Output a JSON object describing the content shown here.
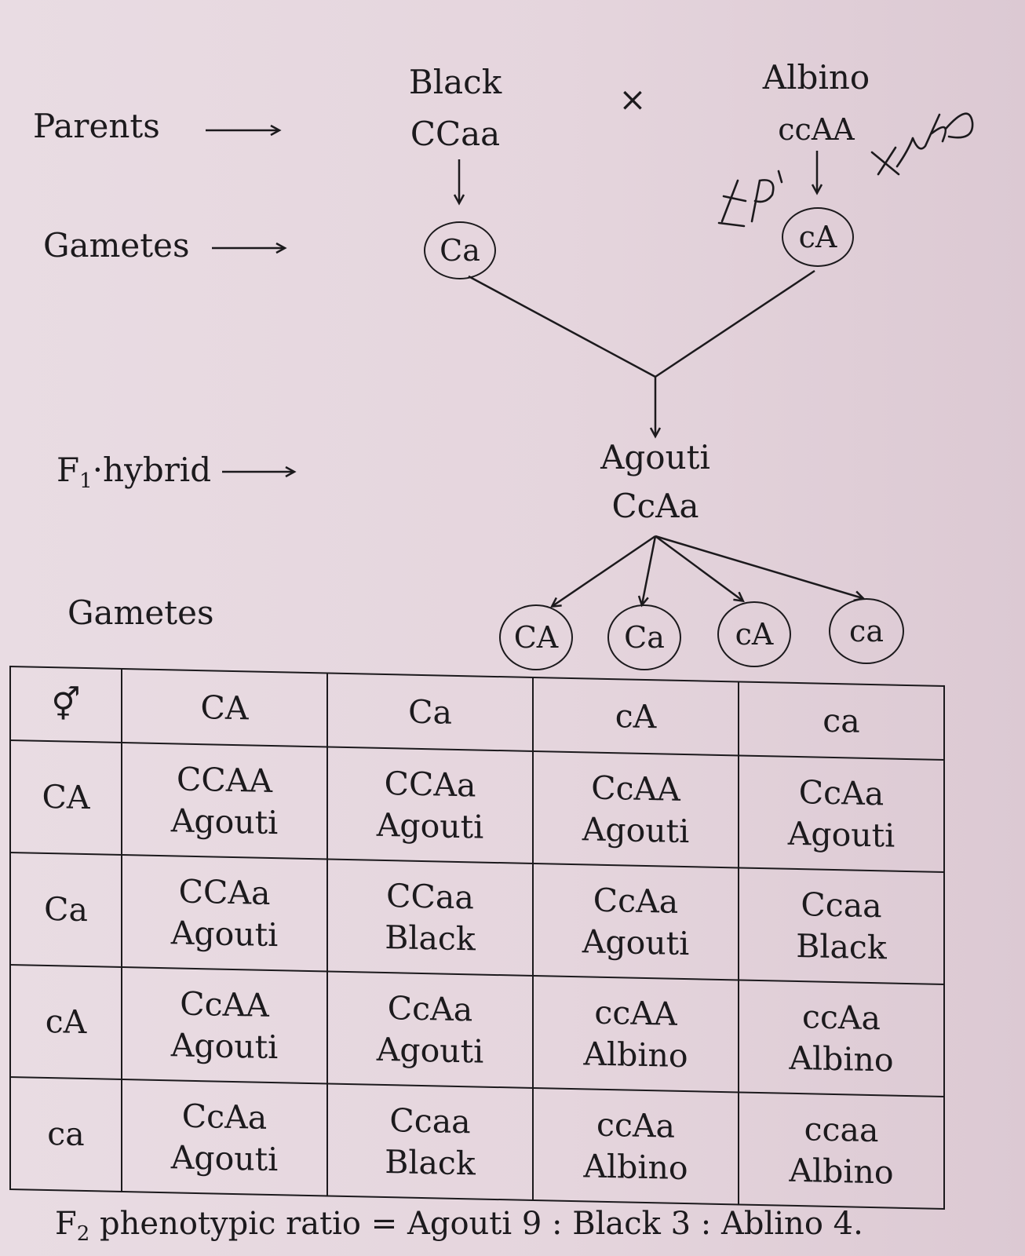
{
  "cross": {
    "parents_label": "Parents",
    "parent1_phenotype": "Black",
    "parent1_genotype": "CCaa",
    "cross_symbol": "×",
    "parent2_phenotype": "Albino",
    "parent2_genotype": "ccAA",
    "gametes_label": "Gametes",
    "parent1_gamete": "Ca",
    "parent2_gamete": "cA",
    "f1_label": "F",
    "f1_sub": "1",
    "f1_label_rest": "·hybrid",
    "f1_phenotype": "Agouti",
    "f1_genotype": "CcAa",
    "f1_gametes_label": "Gametes",
    "f1_gametes": [
      "CA",
      "Ca",
      "cA",
      "ca"
    ]
  },
  "punnett": {
    "corner_symbol": "⚥",
    "column_headers": [
      "CA",
      "Ca",
      "cA",
      "ca"
    ],
    "rows": [
      {
        "header": "CA",
        "cells": [
          {
            "genotype": "CCAA",
            "phenotype": "Agouti"
          },
          {
            "genotype": "CCAa",
            "phenotype": "Agouti"
          },
          {
            "genotype": "CcAA",
            "phenotype": "Agouti"
          },
          {
            "genotype": "CcAa",
            "phenotype": "Agouti"
          }
        ]
      },
      {
        "header": "Ca",
        "cells": [
          {
            "genotype": "CCAa",
            "phenotype": "Agouti"
          },
          {
            "genotype": "CCaa",
            "phenotype": "Black"
          },
          {
            "genotype": "CcAa",
            "phenotype": "Agouti"
          },
          {
            "genotype": "Ccaa",
            "phenotype": "Black"
          }
        ]
      },
      {
        "header": "cA",
        "cells": [
          {
            "genotype": "CcAA",
            "phenotype": "Agouti"
          },
          {
            "genotype": "CcAa",
            "phenotype": "Agouti"
          },
          {
            "genotype": "ccAA",
            "phenotype": "Albino"
          },
          {
            "genotype": "ccAa",
            "phenotype": "Albino"
          }
        ]
      },
      {
        "header": "ca",
        "cells": [
          {
            "genotype": "CcAa",
            "phenotype": "Agouti"
          },
          {
            "genotype": "Ccaa",
            "phenotype": "Black"
          },
          {
            "genotype": "ccAa",
            "phenotype": "Albino"
          },
          {
            "genotype": "ccaa",
            "phenotype": "Albino"
          }
        ]
      }
    ]
  },
  "ratio": {
    "prefix": "F",
    "sub": "2",
    "text": " phenotypic ratio = Agouti 9 : Black 3 : Ablino 4."
  },
  "handwriting": [
    "EP'",
    "Hypo"
  ]
}
